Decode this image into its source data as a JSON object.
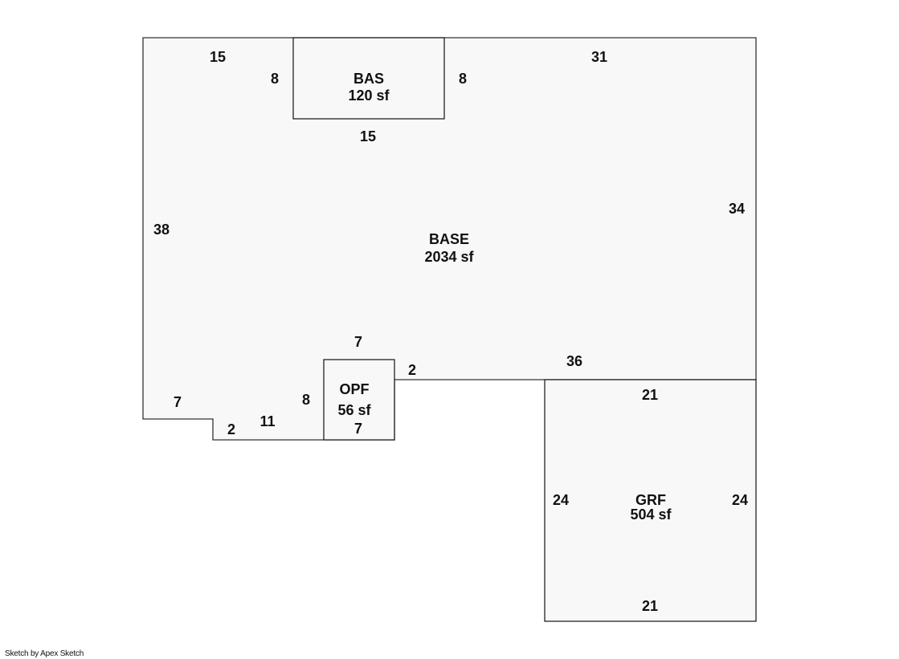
{
  "areas": {
    "base": {
      "name": "BASE",
      "size": "2034 sf",
      "dims": {
        "top_left": "15",
        "top_right": "31",
        "left": "38",
        "right": "34",
        "bottom_right": "36",
        "step_left": "7",
        "step_bottom": "2",
        "bottom_mid": "11",
        "jog_top": "7",
        "jog_right": "2"
      }
    },
    "bas": {
      "name": "BAS",
      "size": "120 sf",
      "dims": {
        "left": "8",
        "right": "8",
        "bottom": "15"
      }
    },
    "opf": {
      "name": "OPF",
      "size": "56 sf",
      "dims": {
        "left": "8",
        "bottom": "7"
      }
    },
    "grf": {
      "name": "GRF",
      "size": "504 sf",
      "dims": {
        "top": "21",
        "bottom": "21",
        "left": "24",
        "right": "24"
      }
    }
  },
  "credit": "Sketch by Apex Sketch"
}
